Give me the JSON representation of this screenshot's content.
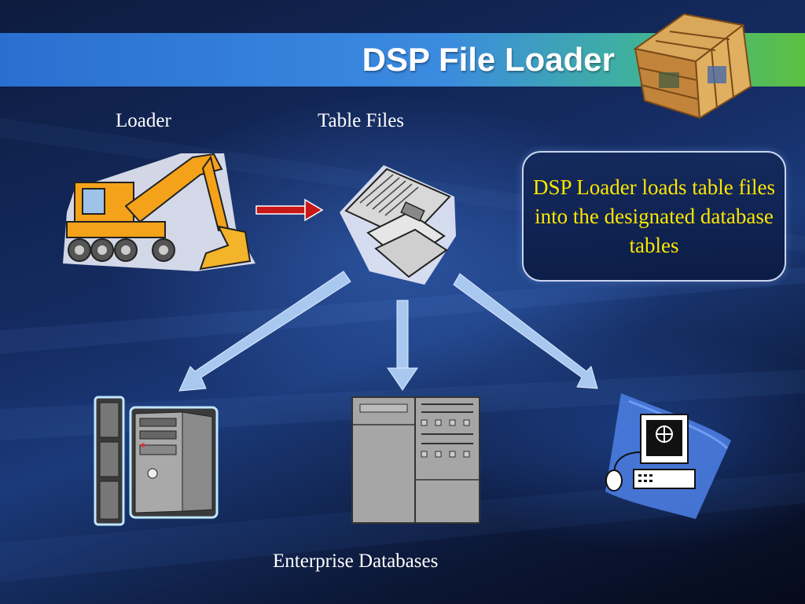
{
  "slide": {
    "title": "DSP File Loader",
    "labels": {
      "loader": "Loader",
      "table_files": "Table Files",
      "enterprise_databases": "Enterprise Databases"
    },
    "callout": "DSP Loader loads table files into the designated database tables"
  },
  "colors": {
    "callout_text": "#ffe600",
    "arrow_red": "#c81818",
    "arrow_blue": "#a9c8f0"
  },
  "icons": [
    "excavator-icon",
    "floppy-disks-icon",
    "server-tower-icon",
    "mainframe-icon",
    "networked-computer-icon",
    "cube-logo-icon"
  ]
}
